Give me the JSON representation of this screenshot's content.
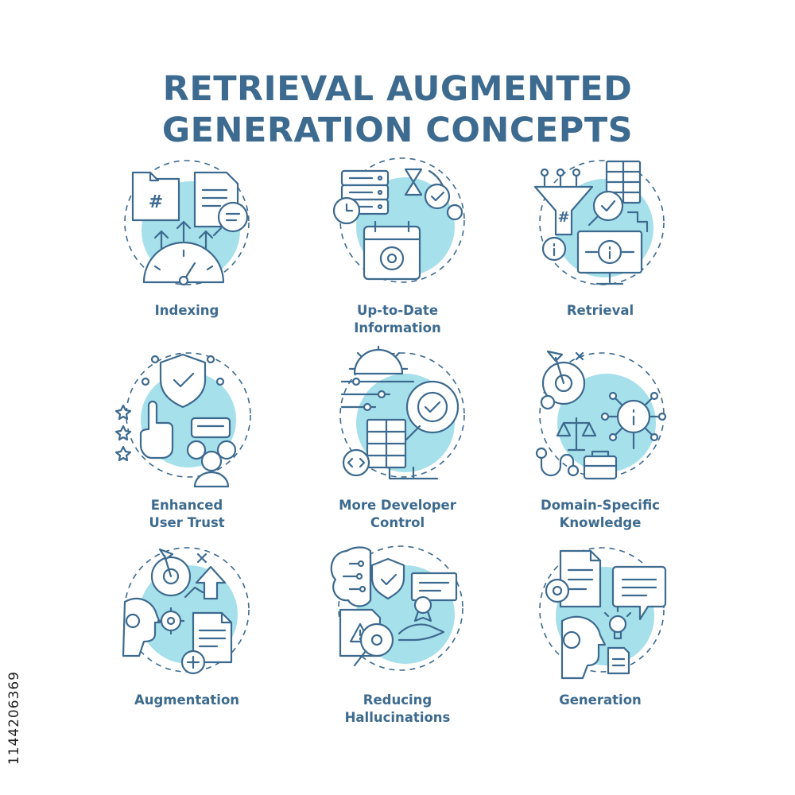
{
  "title": {
    "line1": "RETRIEVAL AUGMENTED",
    "line2": "GENERATION CONCEPTS"
  },
  "stock_id": "1144206369",
  "colors": {
    "primary": "#3d6a8f",
    "accent": "#a6e0ea"
  },
  "items": [
    {
      "line1": "Indexing",
      "line2": "",
      "icon": "folder-document-speedometer-icon"
    },
    {
      "line1": "Up-to-Date",
      "line2": "Information",
      "icon": "server-calendar-refresh-icon"
    },
    {
      "line1": "Retrieval",
      "line2": "",
      "icon": "funnel-database-monitor-icon"
    },
    {
      "line1": "Enhanced",
      "line2": "User Trust",
      "icon": "shield-rating-users-icon"
    },
    {
      "line1": "More Developer",
      "line2": "Control",
      "icon": "gear-server-code-icon"
    },
    {
      "line1": "Domain-Specific",
      "line2": "Knowledge",
      "icon": "target-scales-info-icon"
    },
    {
      "line1": "Augmentation",
      "line2": "",
      "icon": "target-head-document-icon"
    },
    {
      "line1": "Reducing",
      "line2": "Hallucinations",
      "icon": "brain-shield-warning-icon"
    },
    {
      "line1": "Generation",
      "line2": "",
      "icon": "document-chat-head-icon"
    }
  ]
}
